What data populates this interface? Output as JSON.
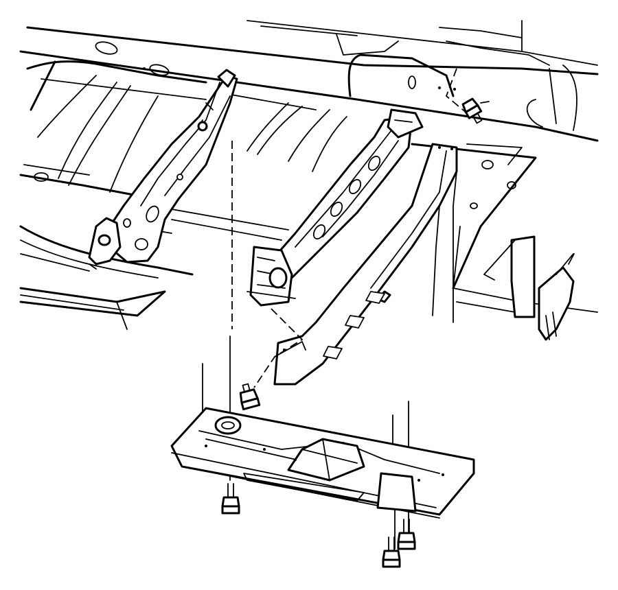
{
  "diagram": {
    "labels": [],
    "callouts": [],
    "colors": {
      "line": "#000000",
      "background": "#ffffff"
    }
  },
  "parts": [
    {
      "name": "vehicle-underbody-frame",
      "icon": "frame-rails"
    },
    {
      "name": "left-rear-control-arm",
      "icon": "suspension-arm"
    },
    {
      "name": "right-rear-control-arm",
      "icon": "suspension-arm"
    },
    {
      "name": "crossmember-brace",
      "icon": "brace"
    },
    {
      "name": "underbody-skid-plate",
      "icon": "skid-plate"
    },
    {
      "name": "fastener-bolts",
      "icon": "bolt",
      "count": 5
    }
  ]
}
